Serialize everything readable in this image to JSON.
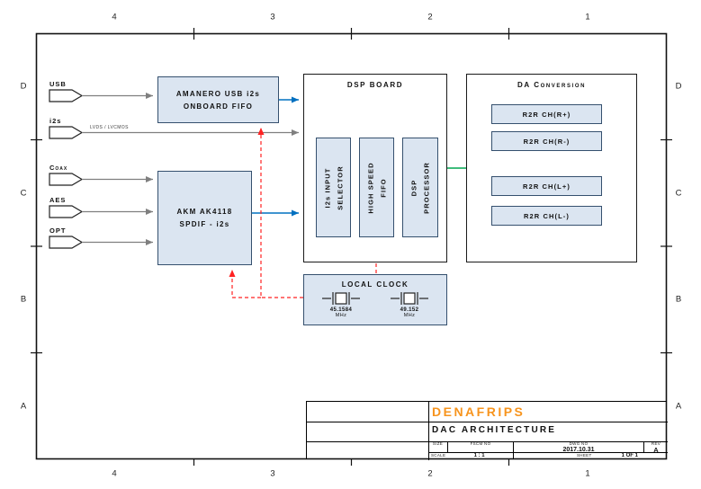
{
  "frame": {
    "columns": [
      "4",
      "3",
      "2",
      "1"
    ],
    "rows": [
      "D",
      "C",
      "B",
      "A"
    ]
  },
  "inputs": [
    {
      "label": "USB"
    },
    {
      "label": "i2s"
    },
    {
      "label": "Coax"
    },
    {
      "label": "AES"
    },
    {
      "label": "OPT"
    }
  ],
  "labels": {
    "i2s_line": "LVDS / LVCMOS"
  },
  "blocks": {
    "amanero": {
      "line1": "AMANERO USB i2s",
      "line2": "ONBOARD FIFO"
    },
    "akm": {
      "line1": "AKM AK4118",
      "line2": "SPDIF - i2s"
    },
    "dsp_board": {
      "title": "DSP BOARD",
      "modules": [
        {
          "line1": "I2s INPUT",
          "line2": "SELECTOR"
        },
        {
          "line1": "HIGH SPEED",
          "line2": "FIFO"
        },
        {
          "line1": "DSP",
          "line2": "PROCESSOR"
        }
      ]
    },
    "da_conversion": {
      "title": "DA Conversion",
      "channels": [
        "R2R CH(R+)",
        "R2R CH(R-)",
        "R2R CH(L+)",
        "R2R CH(L-)"
      ]
    },
    "local_clock": {
      "title": "LOCAL CLOCK",
      "crystals": [
        {
          "freq": "45.1584",
          "unit": "MHz"
        },
        {
          "freq": "49.152",
          "unit": "MHz"
        }
      ]
    }
  },
  "title_block": {
    "logo": "DENAFRIPS",
    "drawing_title": "DAC ARCHITECTURE",
    "size_label": "SIZE",
    "size_value": "",
    "fscm_label": "FSCM NO",
    "fscm_value": "",
    "dwg_label": "DWG NO",
    "dwg_value": "2017.10.31",
    "rev_label": "REV",
    "rev_value": "A",
    "scale_label": "SCALE",
    "scale_value": "1 : 1",
    "sheet_label": "SHEET",
    "sheet_value": "1 OF 1"
  },
  "colors": {
    "block_fill": "#dbe5f1",
    "block_border": "#35506e",
    "arrow_gray": "#7f7f7f",
    "arrow_blue": "#0070c0",
    "arrow_green": "#00a651",
    "arrow_red": "#ff2222",
    "logo_orange": "#f7941d"
  }
}
